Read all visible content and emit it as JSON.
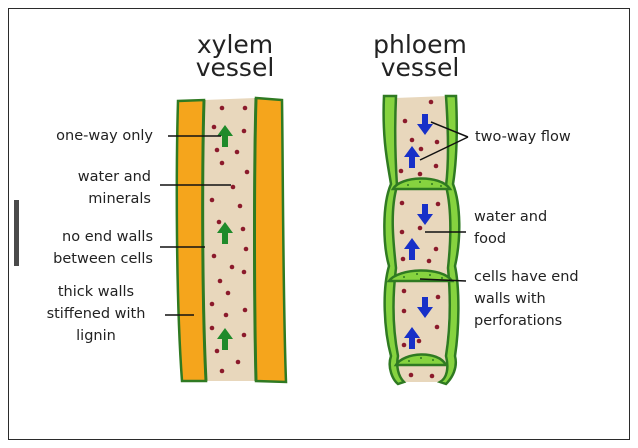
{
  "xylem": {
    "title_line1": "xylem",
    "title_line2": "vessel",
    "labels": {
      "one_way": "one-way only",
      "water_minerals_1": "water and",
      "water_minerals_2": "minerals",
      "no_end_walls_1": "no end walls",
      "no_end_walls_2": "between cells",
      "thick_walls_1": "thick walls",
      "thick_walls_2": "stiffened with",
      "thick_walls_3": "lignin"
    }
  },
  "phloem": {
    "title_line1": "phloem",
    "title_line2": "vessel",
    "labels": {
      "two_way": "two-way flow",
      "water_food_1": "water and",
      "water_food_2": "food",
      "end_walls_1": "cells have end",
      "end_walls_2": "walls with",
      "end_walls_3": "perforations"
    }
  },
  "colors": {
    "lignin_orange": "#f5a51c",
    "vessel_fill": "#e8d7bc",
    "wall_green": "#2f7a22",
    "phloem_wall_light": "#86d33f",
    "dot_maroon": "#8b1a2b",
    "arrow_green": "#1f8a2a",
    "arrow_blue": "#1730c8",
    "line": "#111111"
  },
  "icons": {
    "xylem_arrows": "arrow-up-icon",
    "phloem_arrows": "arrow-updown-icon"
  }
}
